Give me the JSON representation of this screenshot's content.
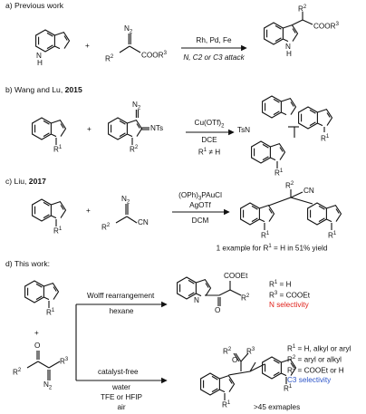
{
  "sections": {
    "a": {
      "label": "a) Previous work",
      "conditions": "Rh, Pd, Fe",
      "outcome": "N, C2 or C3 attack"
    },
    "b": {
      "label_prefix": "b) Wang and Lu, ",
      "label_year": "2015",
      "condition_top": "Cu(OTf)2",
      "condition_mid": "DCE",
      "condition_bottom": "R1 ≠ H"
    },
    "c": {
      "label_prefix": "c) Liu, ",
      "label_year": "2017",
      "condition_top": "(OPh)3PAuCl",
      "condition_mid": "AgOTf",
      "condition_bottom": "DCM",
      "note": "1 example for R1 = H in 51% yield"
    },
    "d": {
      "label": "d) This work:",
      "upper_condition": "Wolff rearrangement",
      "upper_solvent": "hexane",
      "upper_r_lines": [
        "R1 = H",
        "R3 = COOEt"
      ],
      "upper_selectivity": "N selectivity",
      "lower_conditions": [
        "catalyst-free",
        "water",
        "TFE or HFIP",
        "air"
      ],
      "lower_r_lines": [
        "R1 = H, alkyl or aryl",
        "R2 = aryl or alkyl",
        "R3 = COOEt or H"
      ],
      "lower_selectivity": "C3 selectivity",
      "examples": ">45 exmaples"
    }
  },
  "atoms": {
    "nh": "N",
    "h": "H",
    "n": "N",
    "n2": "N",
    "o": "O",
    "ts": "Ts",
    "tsn": "TsN",
    "cooet": "COOEt",
    "cn": "CN",
    "r": "R"
  },
  "colors": {
    "ink": "#111111",
    "n_selectivity": "#e0201a",
    "c3_selectivity": "#2d55c8"
  }
}
